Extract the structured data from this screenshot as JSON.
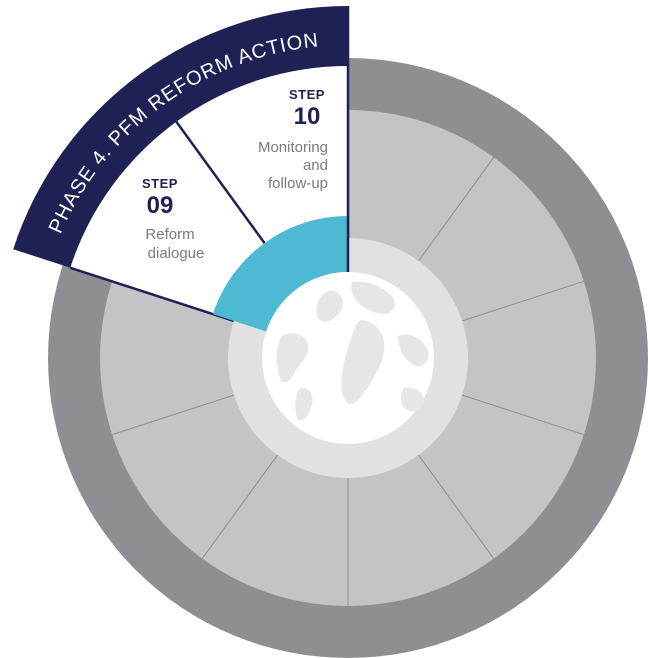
{
  "phase": {
    "label": "PHASE 4. PFM REFORM ACTION"
  },
  "steps": [
    {
      "step_word": "STEP",
      "number": "09",
      "desc_lines": [
        "Reform",
        "dialogue"
      ]
    },
    {
      "step_word": "STEP",
      "number": "10",
      "desc_lines": [
        "Monitoring",
        "and",
        "follow-up"
      ]
    }
  ],
  "colors": {
    "navy": "#1f2155",
    "outer_ring": "#8e8f93",
    "middle_ring": "#c4c4c6",
    "inner_ring": "#e1e1e2",
    "center": "#ffffff",
    "highlight": "#4db9d2",
    "highlighted_sector": "#ffffff",
    "divider": "#8e8f93",
    "text_grey": "#7a7a7d"
  },
  "icons": {
    "center": "world-map-icon"
  }
}
